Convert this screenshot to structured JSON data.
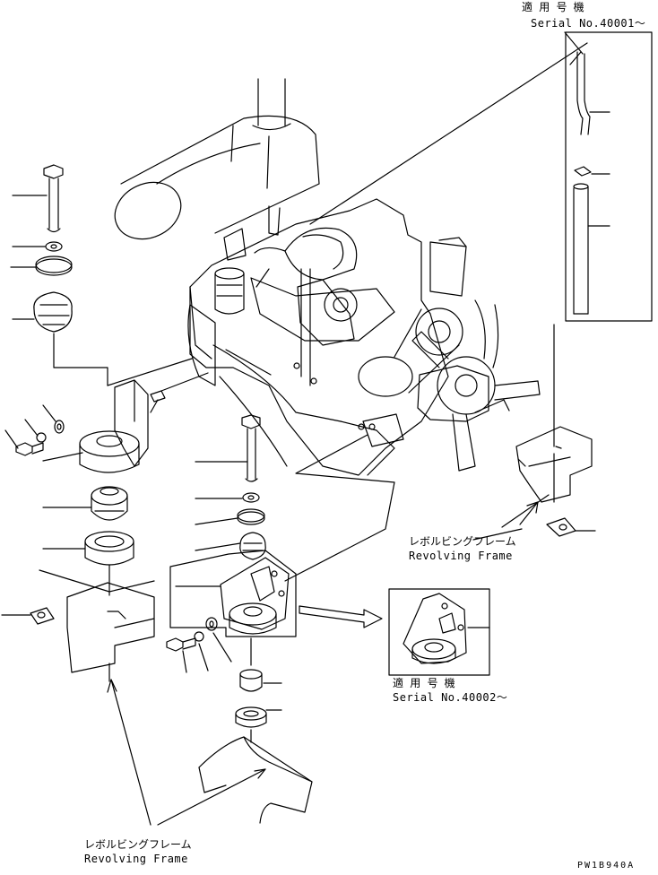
{
  "notes": {
    "top_right": {
      "jp": "適 用 号 機",
      "en": "Serial No.40001～"
    },
    "detail_box": {
      "jp": "適 用 号 機",
      "en": "Serial No.40002～"
    }
  },
  "labels": {
    "revolving_right": {
      "jp": "レボルビングフレーム",
      "en": "Revolving Frame"
    },
    "revolving_bottom": {
      "jp": "レボルビングフレーム",
      "en": "Revolving Frame"
    }
  },
  "drawing_code": "PW1B940A"
}
